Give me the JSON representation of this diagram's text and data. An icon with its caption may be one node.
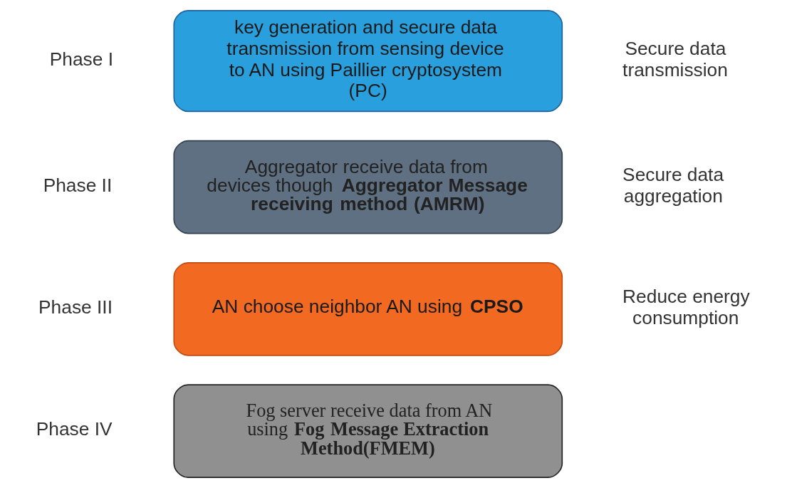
{
  "diagram": {
    "nodes": [
      {
        "text": [
          "key generation and secure data transmission from sensing device to AN using Paillier cryptosystem (PC)"
        ],
        "beside": [
          "Phase I",
          "Secure data transmission"
        ]
      },
      {
        "text": [
          "Aggregator receive data from devices though **Aggregator Message receiving method (AMRM)**"
        ],
        "beside": [
          "Phase II",
          "Secure data aggregation"
        ]
      },
      {
        "text": [
          "AN choose neighbor AN using **CPSO**"
        ],
        "beside": [
          "Phase III",
          "Reduce energy consumption"
        ]
      },
      {
        "text": [
          "Fog server receive data from AN using **Fog Message Extraction Method(FMEM)**"
        ],
        "beside": [
          "Phase IV"
        ]
      }
    ]
  }
}
